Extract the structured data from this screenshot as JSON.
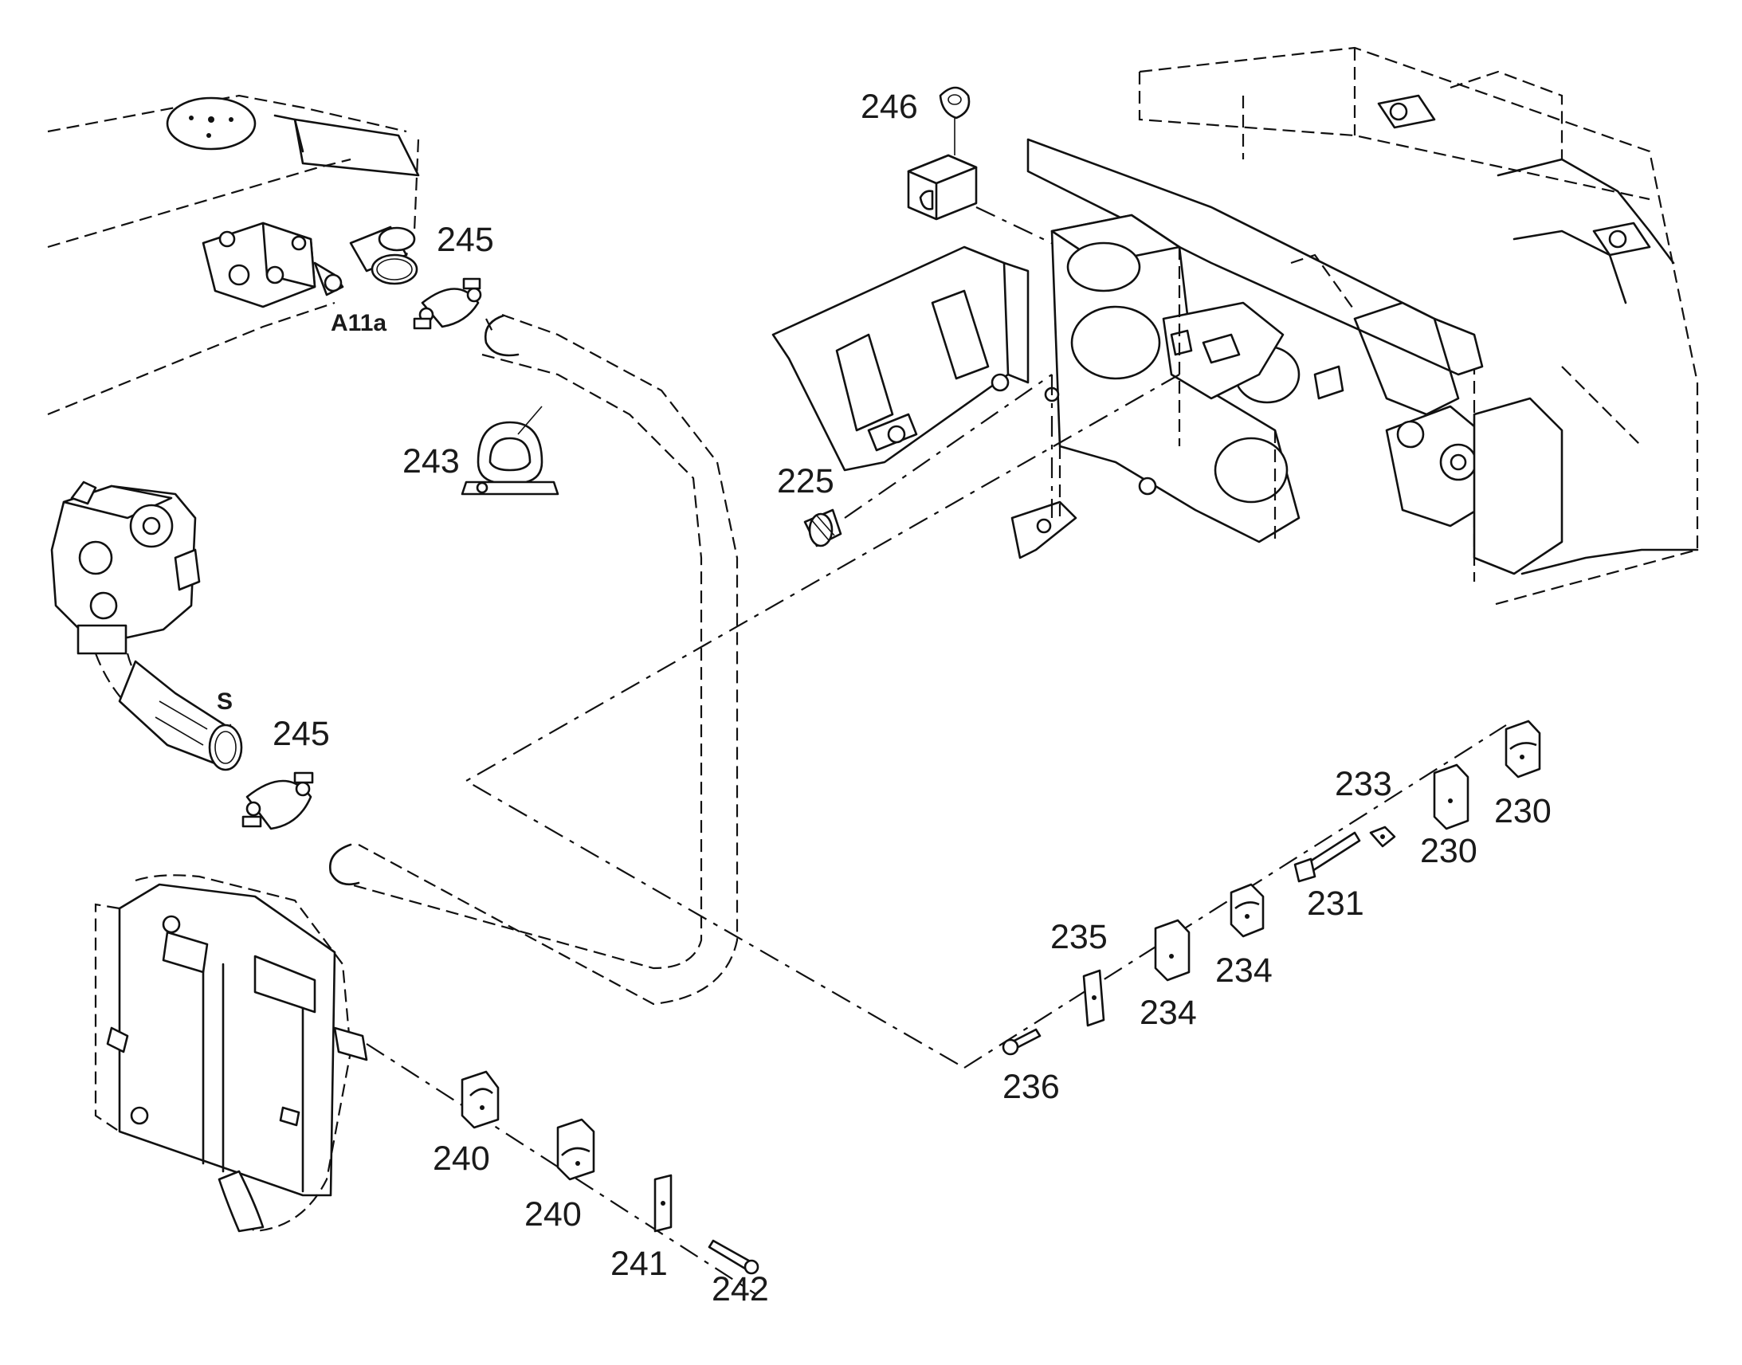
{
  "callouts": [
    {
      "id": "c246",
      "text": "246"
    },
    {
      "id": "c245a",
      "text": "245"
    },
    {
      "id": "cA11a",
      "text": "A11a"
    },
    {
      "id": "c243",
      "text": "243"
    },
    {
      "id": "c225",
      "text": "225"
    },
    {
      "id": "cS",
      "text": "S"
    },
    {
      "id": "c245b",
      "text": "245"
    },
    {
      "id": "c233",
      "text": "233"
    },
    {
      "id": "c230a",
      "text": "230"
    },
    {
      "id": "c230b",
      "text": "230"
    },
    {
      "id": "c231",
      "text": "231"
    },
    {
      "id": "c235",
      "text": "235"
    },
    {
      "id": "c234a",
      "text": "234"
    },
    {
      "id": "c234b",
      "text": "234"
    },
    {
      "id": "c236",
      "text": "236"
    },
    {
      "id": "c240a",
      "text": "240"
    },
    {
      "id": "c240b",
      "text": "240"
    },
    {
      "id": "c241",
      "text": "241"
    },
    {
      "id": "c242",
      "text": "242"
    }
  ]
}
